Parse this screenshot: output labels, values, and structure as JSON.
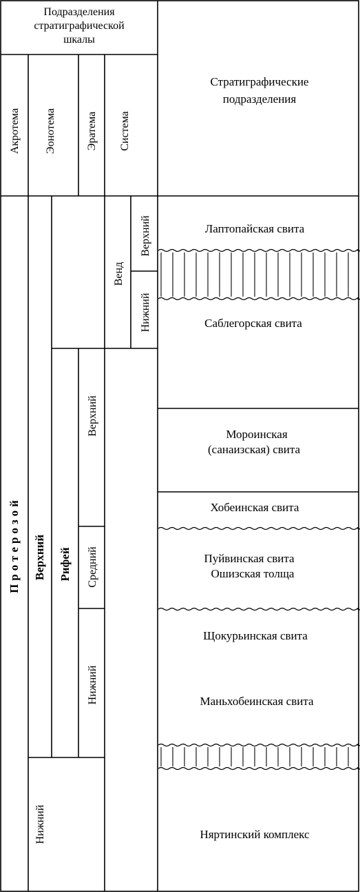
{
  "header": {
    "group_title_lines": [
      "Подразделения",
      "стратиграфической",
      "шкалы"
    ],
    "columns": {
      "akrotema": "Акротема",
      "eonotema": "Эонотема",
      "eratema": "Эратема",
      "sistema": "Система"
    },
    "units_title_lines": [
      "Стратиграфические",
      "подразделения"
    ]
  },
  "scale": {
    "akrotema": "Протерозой",
    "eonotema_upper": "Верхний",
    "eonotema_lower": "Нижний",
    "eratema": "Рифей",
    "rifei_upper": "Верхний",
    "rifei_middle": "Средний",
    "rifei_lower": "Нижний",
    "vend": "Венд",
    "vend_upper": "Верхний",
    "vend_lower": "Нижний"
  },
  "units": {
    "laptopai": "Лаптопайская свита",
    "sablegor": "Саблегорская свита",
    "moroin_line1": "Мороинская",
    "moroin_line2": "(санаизская) свита",
    "hobein": "Хобеинская свита",
    "puivin": "Пуйвинская свита",
    "oshiz": "Ошизская толща",
    "shchokur": "Щокурьинская свита",
    "manhobein": "Маньхобеинская свита",
    "nyartin": "Няртинский комплекс"
  }
}
